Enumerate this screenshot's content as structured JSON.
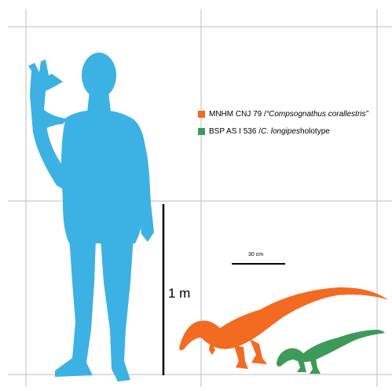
{
  "colors": {
    "human": "#3bb2e3",
    "compsognathus_corallestris": "#f36a21",
    "c_longipes": "#3e9a58",
    "grid": "#c9c9c9",
    "scale_bar": "#000000"
  },
  "legend": {
    "item1": {
      "prefix": "MNHM CNJ 79 / ",
      "italic": "“Compsognathus corallestris”",
      "suffix": ""
    },
    "item2": {
      "prefix": "BSP AS I 536 / ",
      "italic": "C. longipes",
      "suffix": " holotype"
    }
  },
  "scale": {
    "large_label": "1 m",
    "small_label": "30 cm"
  },
  "icons": [
    "human-silhouette",
    "compsognathus-corallestris-silhouette",
    "compsognathus-longipes-silhouette"
  ]
}
